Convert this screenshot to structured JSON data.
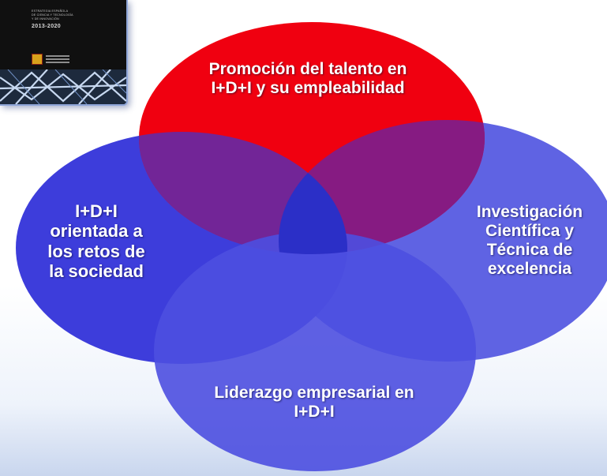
{
  "cover": {
    "title_lines": [
      "ESTRATEGIA ESPAÑOLA",
      "DE CIENCIA Y TECNOLOGÍA",
      "Y DE INNOVACIÓN"
    ],
    "years": "2013-2020"
  },
  "diagram": {
    "circles": {
      "top": {
        "lines": [
          "Promoción del talento en",
          "I+D+I y su empleabilidad"
        ],
        "color": "#f00010"
      },
      "left": {
        "lines": [
          "I+D+I",
          "orientada a",
          "los retos de",
          "la sociedad"
        ],
        "color": "#3d3ddb"
      },
      "right": {
        "lines": [
          "Investigación",
          "Científica y",
          "Técnica de",
          "excelencia"
        ],
        "color": "#5f63e3"
      },
      "bottom": {
        "lines": [
          "Liderazgo empresarial en",
          "I+D+I"
        ],
        "color": "#4c4fe0"
      }
    },
    "overlap_colors": {
      "top_left": "#722597",
      "top_right": "#861b82",
      "center": "#2b2fc7"
    }
  }
}
